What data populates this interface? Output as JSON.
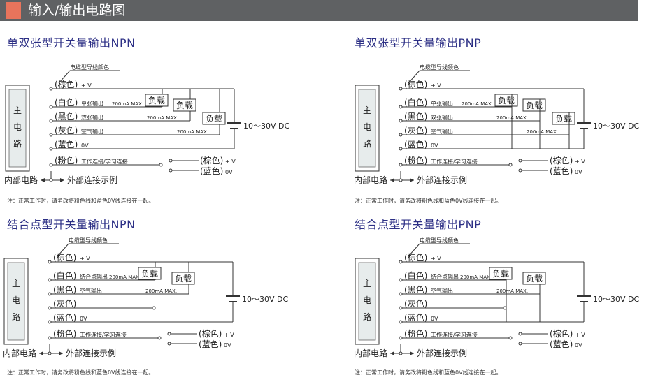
{
  "header": {
    "title": "输入/输出电路图"
  },
  "common": {
    "cable_color_label": "电缆型导线颜色",
    "main_circuit": [
      "主",
      "电",
      "路"
    ],
    "internal_label": "内部电路",
    "external_label": "外部连接示例",
    "supply_label": "10～30V DC",
    "load_label": "负载",
    "max_current": "200mA MAX.",
    "brown_plus": "(棕色)",
    "plus_v": "+ V",
    "blue_0v": "(蓝色)",
    "zero_v": "0V",
    "pink": "(粉色)",
    "pink_desc": "工作连接/学习连接",
    "ext_brown": "(棕色)",
    "ext_plus_v": "+ V",
    "ext_blue": "(蓝色)",
    "ext_0v": "0V",
    "note": "注：正常工作时，请务改将粉色线和蓝色0V线连接在一起。"
  },
  "panels": [
    {
      "title": "单双张型开关量输出NPN",
      "wires": [
        {
          "color": "(白色)",
          "desc": "单张输出"
        },
        {
          "color": "(黑色)",
          "desc": "双张输出"
        },
        {
          "color": "(灰色)",
          "desc": "空气输出"
        }
      ]
    },
    {
      "title": "单双张型开关量输出PNP",
      "wires": [
        {
          "color": "(白色)",
          "desc": "单张输出"
        },
        {
          "color": "(黑色)",
          "desc": "双张输出"
        },
        {
          "color": "(灰色)",
          "desc": "空气输出"
        }
      ]
    },
    {
      "title": "结合点型开关量输出NPN",
      "wires": [
        {
          "color": "(白色)",
          "desc": "结合点输出"
        },
        {
          "color": "(黑色)",
          "desc": "空气输出"
        },
        {
          "color": "(灰色)",
          "desc": ""
        }
      ]
    },
    {
      "title": "结合点型开关量输出PNP",
      "wires": [
        {
          "color": "(白色)",
          "desc": "结合点输出"
        },
        {
          "color": "(黑色)",
          "desc": "空气输出"
        },
        {
          "color": "(灰色)",
          "desc": ""
        }
      ]
    }
  ]
}
